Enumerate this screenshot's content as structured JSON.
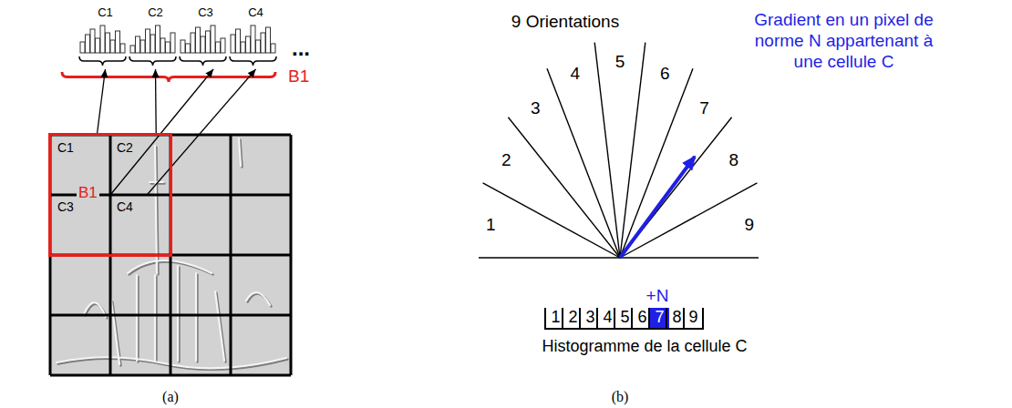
{
  "diagram": {
    "nodes": [
      {
        "text": [
          "C1"
        ]
      },
      {
        "text": [
          "C2"
        ]
      },
      {
        "text": [
          "C3"
        ]
      },
      {
        "text": [
          "C4"
        ]
      },
      {
        "text": [
          "B1"
        ]
      },
      {
        "text": [
          "C1"
        ],
        "in": 4
      },
      {
        "text": [
          "C2"
        ],
        "in": 4
      },
      {
        "text": [
          "C3"
        ],
        "in": 4
      },
      {
        "text": [
          "C4"
        ],
        "in": 4
      },
      {
        "text": [
          "1"
        ]
      },
      {
        "text": [
          "2"
        ]
      },
      {
        "text": [
          "3"
        ]
      },
      {
        "text": [
          "4"
        ]
      },
      {
        "text": [
          "5"
        ]
      },
      {
        "text": [
          "6"
        ]
      },
      {
        "text": [
          "7"
        ]
      },
      {
        "text": [
          "8"
        ]
      },
      {
        "text": [
          "9"
        ]
      }
    ],
    "edges": [
      {
        "from": 5,
        "to": 0,
        "arrow": "to"
      },
      {
        "from": 6,
        "to": 1,
        "arrow": "to"
      },
      {
        "from": 7,
        "to": 2,
        "arrow": "to"
      },
      {
        "from": 8,
        "to": 3,
        "arrow": "to"
      }
    ],
    "labels": [
      "B1",
      "...",
      "(a)",
      "9 Orientations",
      "1",
      "2",
      "3",
      "4",
      "5",
      "6",
      "7",
      "8",
      "9",
      "Gradient en un pixel de norme N appartenant à une cellule C",
      "+N",
      "Histogramme de la cellule C",
      "(b)"
    ]
  }
}
